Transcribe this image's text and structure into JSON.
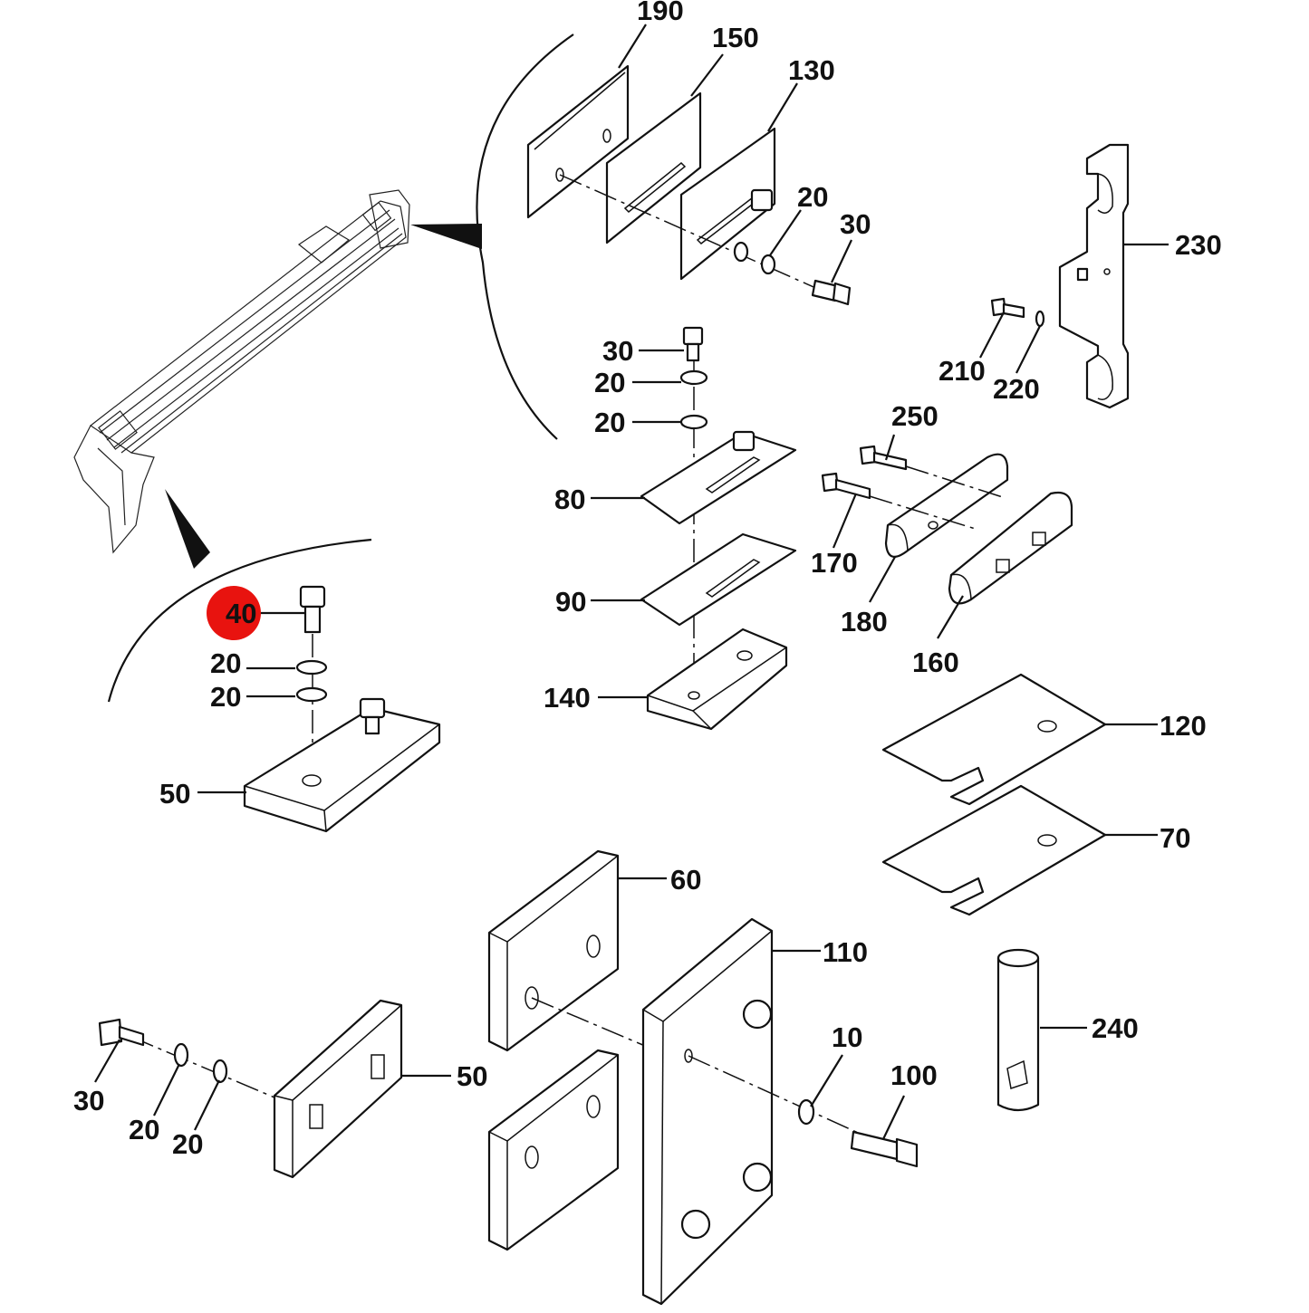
{
  "diagram": {
    "highlight_color": "#e8130f",
    "line_color": "#111111",
    "highlighted_callout": "40",
    "callouts": [
      {
        "id": "c190",
        "text": "190"
      },
      {
        "id": "c150",
        "text": "150"
      },
      {
        "id": "c130",
        "text": "130"
      },
      {
        "id": "c20a",
        "text": "20"
      },
      {
        "id": "c30a",
        "text": "30"
      },
      {
        "id": "c230",
        "text": "230"
      },
      {
        "id": "c30b",
        "text": "30"
      },
      {
        "id": "c20b",
        "text": "20"
      },
      {
        "id": "c20c",
        "text": "20"
      },
      {
        "id": "c210",
        "text": "210"
      },
      {
        "id": "c220",
        "text": "220"
      },
      {
        "id": "c250",
        "text": "250"
      },
      {
        "id": "c80",
        "text": "80"
      },
      {
        "id": "c170",
        "text": "170"
      },
      {
        "id": "c90",
        "text": "90"
      },
      {
        "id": "c180",
        "text": "180"
      },
      {
        "id": "c160",
        "text": "160"
      },
      {
        "id": "c140",
        "text": "140"
      },
      {
        "id": "c40",
        "text": "40"
      },
      {
        "id": "c20d",
        "text": "20"
      },
      {
        "id": "c20e",
        "text": "20"
      },
      {
        "id": "c50a",
        "text": "50"
      },
      {
        "id": "c120",
        "text": "120"
      },
      {
        "id": "c70",
        "text": "70"
      },
      {
        "id": "c60",
        "text": "60"
      },
      {
        "id": "c110",
        "text": "110"
      },
      {
        "id": "c10",
        "text": "10"
      },
      {
        "id": "c240",
        "text": "240"
      },
      {
        "id": "c30c",
        "text": "30"
      },
      {
        "id": "c50b",
        "text": "50"
      },
      {
        "id": "c100",
        "text": "100"
      },
      {
        "id": "c20f",
        "text": "20"
      },
      {
        "id": "c20g",
        "text": "20"
      }
    ]
  }
}
